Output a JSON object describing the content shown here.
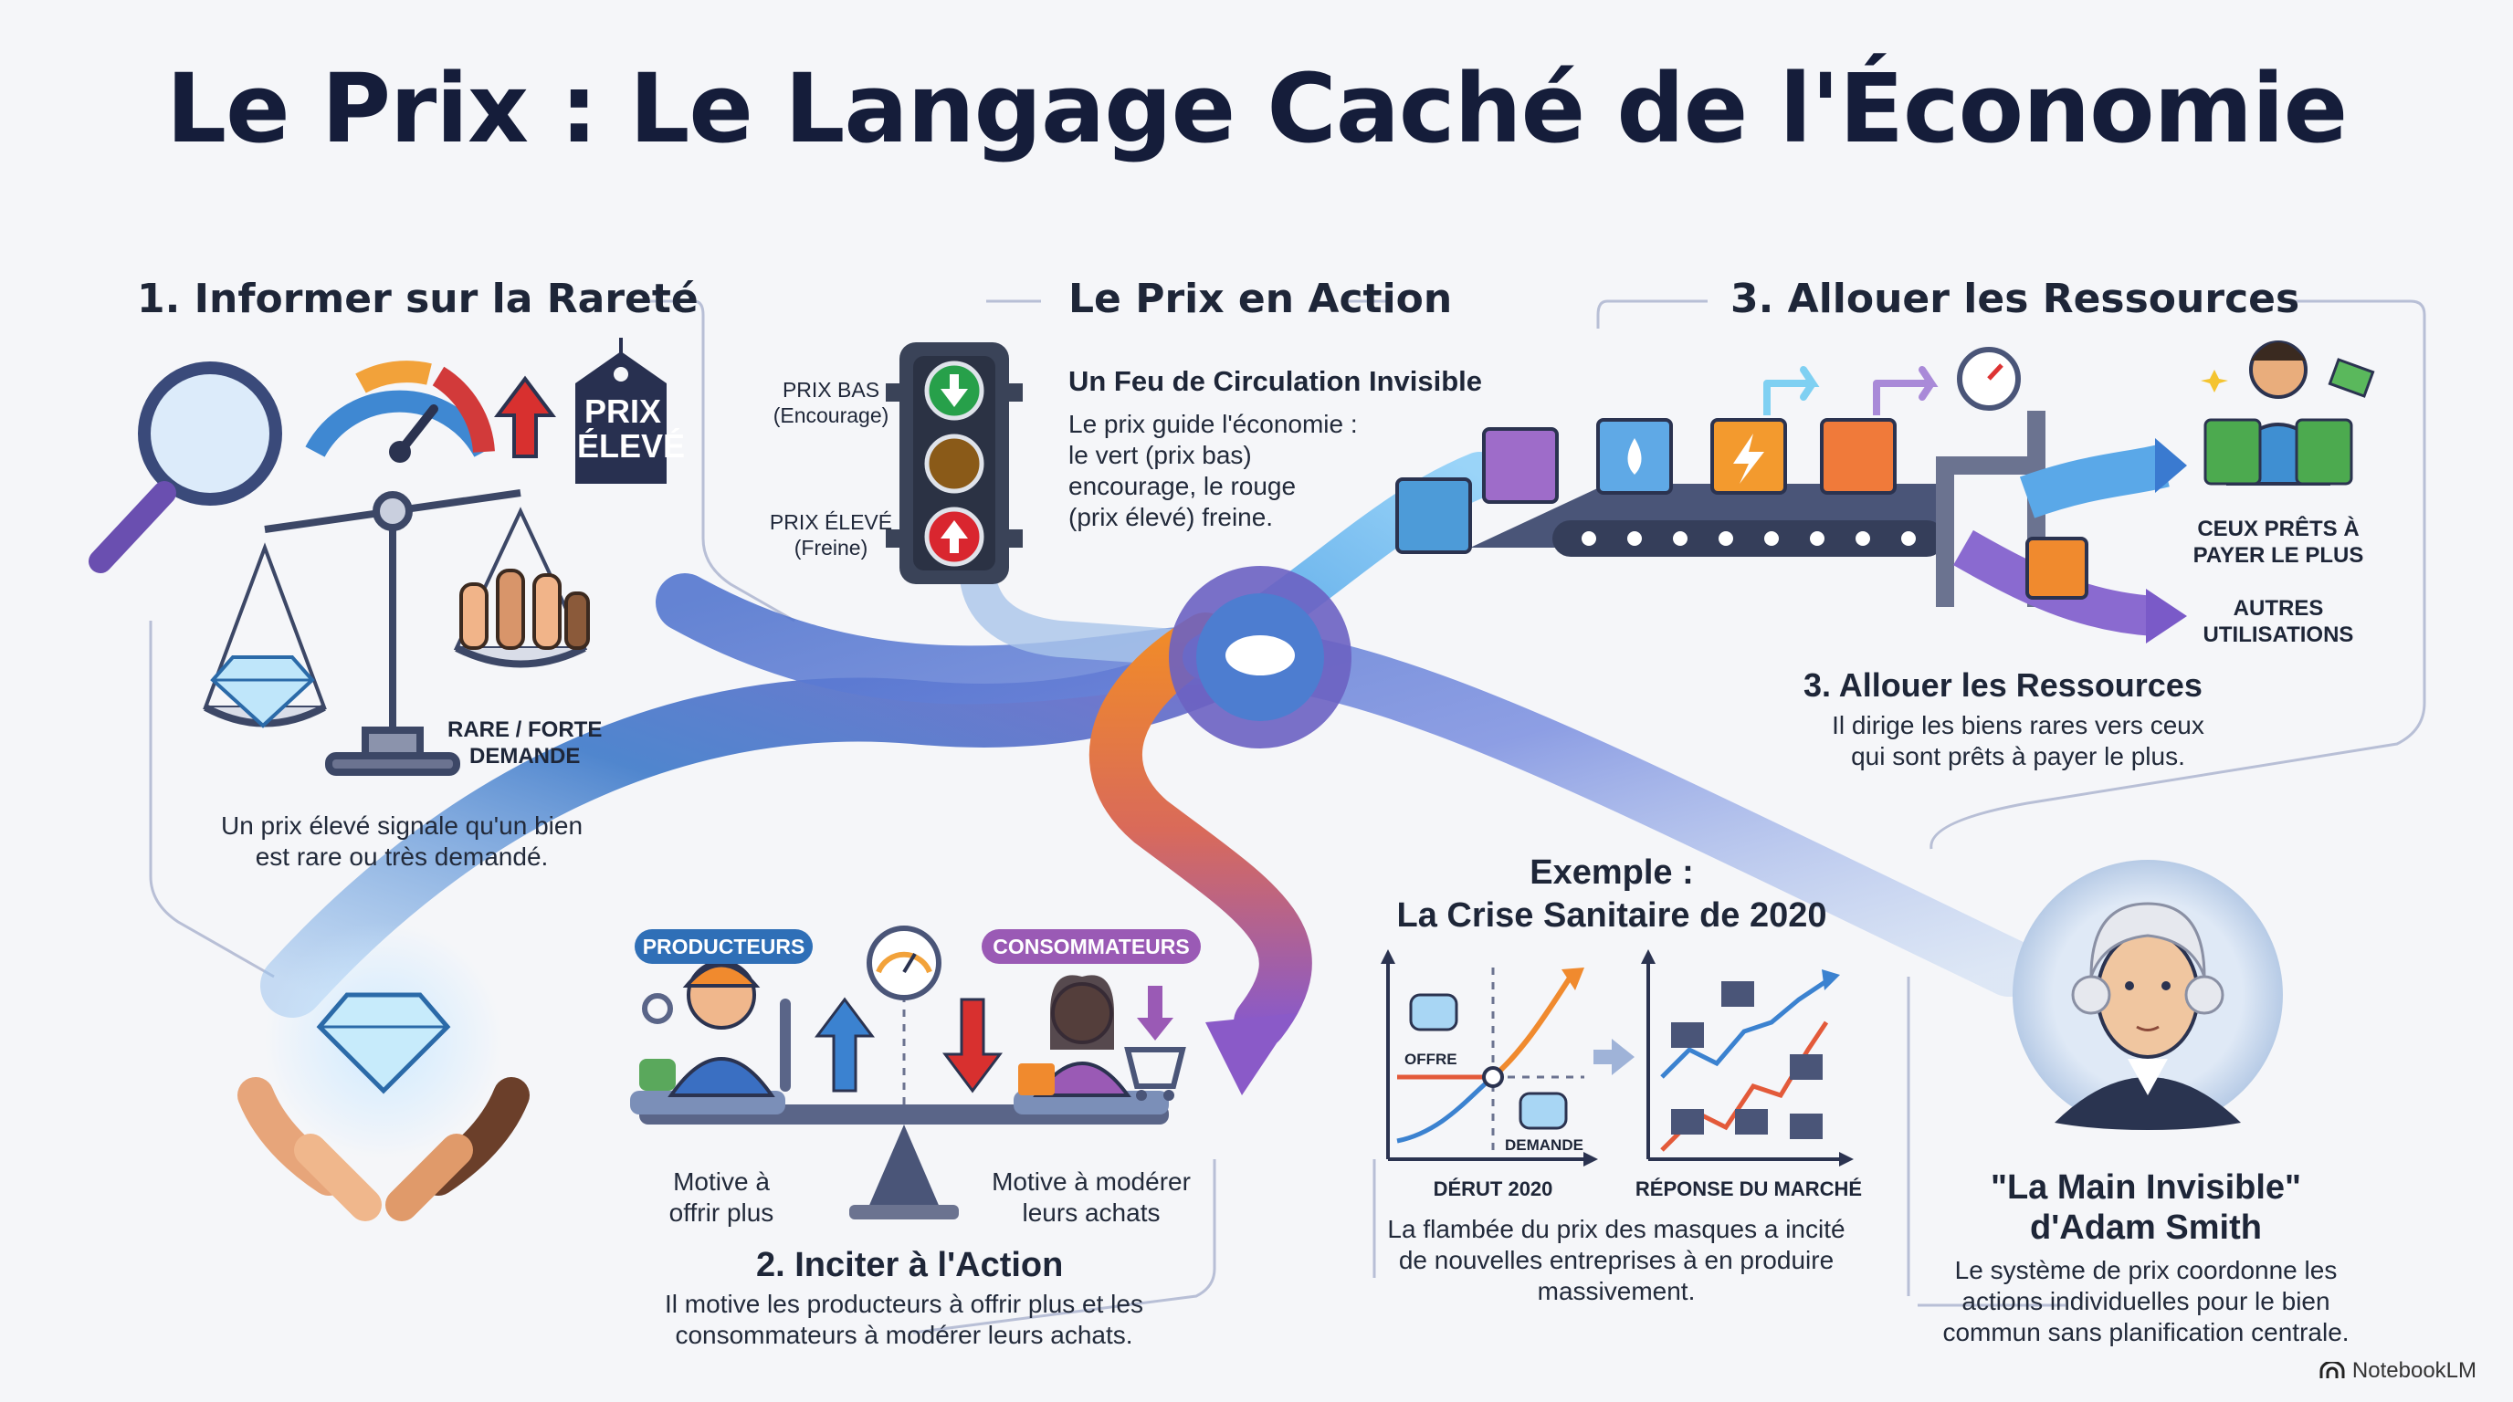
{
  "title": "Le Prix : Le Langage Caché de l'Économie",
  "section_scarcity": {
    "heading": "1. Informer sur la Rareté",
    "tag": [
      "PRIX",
      "ÉLEVÉ"
    ],
    "scale_label": "RARE / FORTE\nDEMANDE",
    "description": "Un prix élevé signale qu'un bien\nest rare ou très demandé."
  },
  "section_action": {
    "heading": "Le Prix en Action",
    "green_label": "PRIX BAS\n(Encourage)",
    "red_label": "PRIX ÉLEVÉ\n(Freine)",
    "subheading": "Un Feu de Circulation Invisible",
    "description": "Le prix guide l'économie :\nle vert (prix bas)\nencourage, le rouge\n(prix élevé) freine."
  },
  "section_allocate": {
    "heading": "3. Allouer les Ressources",
    "top_destination": "CEUX PRÊTS À\nPAYER LE PLUS",
    "bottom_destination": "AUTRES\nUTILISATIONS",
    "subheading": "3. Allouer les Ressources",
    "description": "Il dirige les biens rares vers ceux\nqui sont prêts à payer le plus."
  },
  "section_incentive": {
    "producers_pill": "PRODUCTEURS",
    "consumers_pill": "CONSOMMATEURS",
    "producers_caption": "Motive à\noffrir plus",
    "consumers_caption": "Motive à modérer\nleurs achats",
    "heading": "2. Inciter à l'Action",
    "description": "Il motive les producteurs à offrir plus et les\nconsommateurs à modérer leurs achats."
  },
  "section_example": {
    "heading_line1": "Exemple :",
    "heading_line2": "La Crise Sanitaire de 2020",
    "chart1_supply_label": "OFFRE",
    "chart1_demand_label": "DEMANDE",
    "chart1_caption": "DÉRUT 2020",
    "chart2_caption": "RÉPONSE DU MARCHÉ",
    "description": "La flambée du prix des masques a incité\nde nouvelles entreprises à en produire\nmassivement."
  },
  "section_smith": {
    "heading_line1": "\"La Main Invisible\"",
    "heading_line2": "d'Adam Smith",
    "description": "Le système de prix coordonne les\nactions individuelles pour le bien\ncommun sans planification centrale."
  },
  "brand": "NotebookLM",
  "colors": {
    "title": "#151d3a",
    "producers": "#2f6fb7",
    "consumers": "#9a5ab5",
    "flow_blue": "#4f8fd6",
    "flow_purple": "#8a6ad0",
    "flow_orange": "#f07a2a",
    "green_light": "#27a04a",
    "red_light": "#d9262f",
    "amber_light": "#8a5a18"
  }
}
